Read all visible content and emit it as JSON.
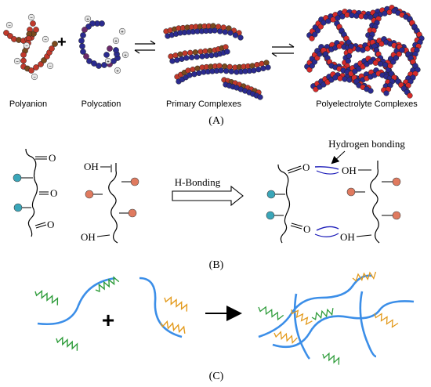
{
  "panelA": {
    "labels": {
      "polyanion": "Polyanion",
      "polycation": "Polycation",
      "primary": "Primary Complexes",
      "pec": "Polyelectrolyte Complexes"
    },
    "plus": "+",
    "caption": "(A)",
    "charge_minus": "−",
    "charge_plus": "+"
  },
  "panelB": {
    "carbonyl": "O",
    "hydroxyl": "OH",
    "arrow_label": "H-Bonding",
    "annotation": "Hydrogen bonding",
    "caption": "(B)"
  },
  "panelC": {
    "plus": "+",
    "caption": "(C)"
  },
  "colors": {
    "anion_bead": "#c0392b",
    "cation_bead": "#2b2b8f",
    "pec_red": "#d62a2a",
    "teal_bead": "#3aa6b9",
    "salmon_bead": "#e07a5f",
    "chain_blue": "#3b8ee8",
    "zigzag_green": "#2e9c3a",
    "zigzag_orange": "#e39a1c",
    "hbond_arc": "#1a1ab8"
  }
}
